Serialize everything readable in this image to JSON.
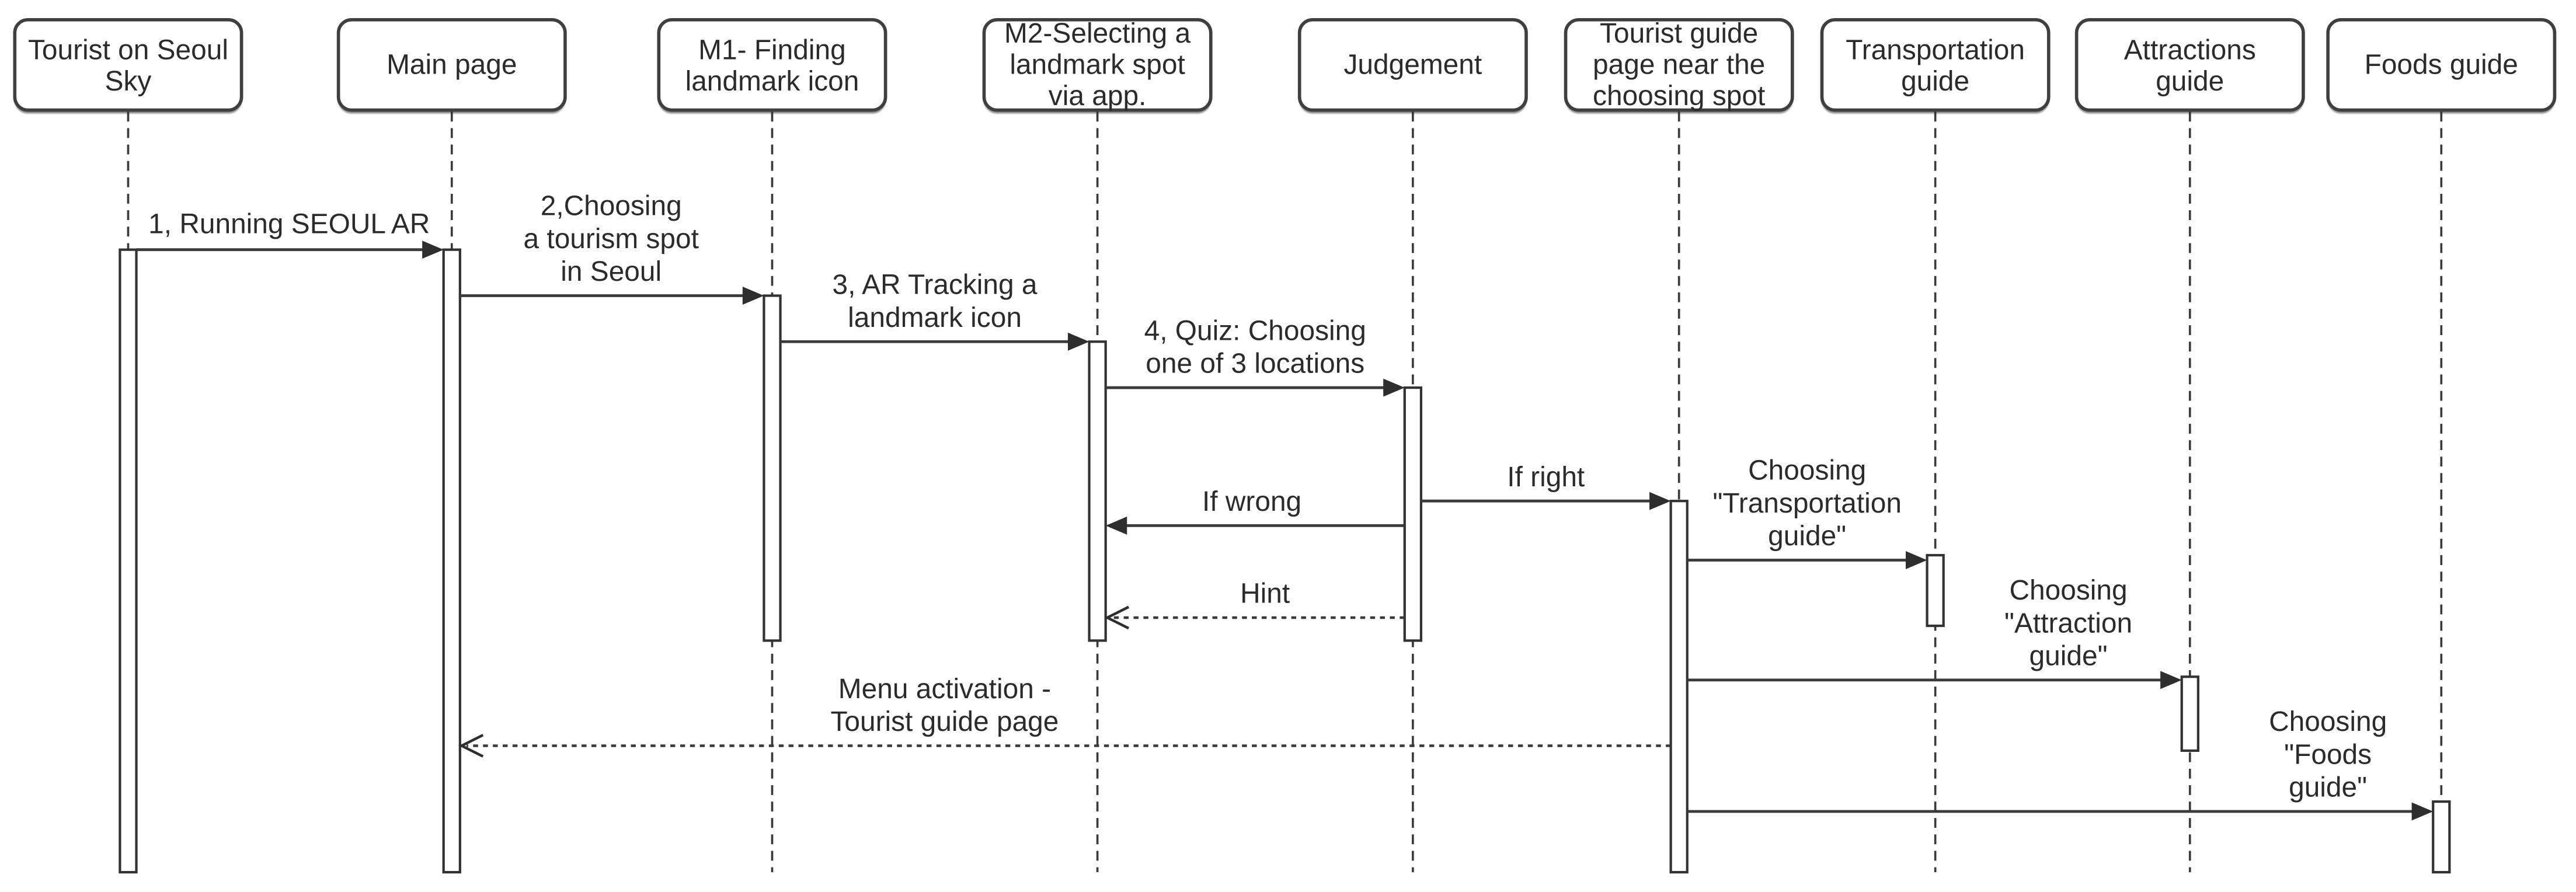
{
  "diagram": {
    "type": "uml-sequence-diagram",
    "background": "#ffffff",
    "line_color": "#3a3a3a",
    "text_color": "#2b2b2b"
  },
  "participants": [
    {
      "id": "tourist",
      "label": "Tourist on Seoul\nSky"
    },
    {
      "id": "main-page",
      "label": "Main page"
    },
    {
      "id": "m1",
      "label": "M1- Finding\nlandmark icon"
    },
    {
      "id": "m2",
      "label": "M2-Selecting a\nlandmark spot\nvia app."
    },
    {
      "id": "judgement",
      "label": "Judgement"
    },
    {
      "id": "tourist-guide",
      "label": "Tourist guide\npage near the\nchoosing spot"
    },
    {
      "id": "transportation-guide",
      "label": "Transportation\nguide"
    },
    {
      "id": "attractions-guide",
      "label": "Attractions\nguide"
    },
    {
      "id": "foods-guide",
      "label": "Foods guide"
    }
  ],
  "messages": [
    {
      "label": "1, Running SEOUL AR",
      "from": "tourist",
      "to": "main-page",
      "style": "solid"
    },
    {
      "label": "2,Choosing\na tourism spot\nin Seoul",
      "from": "main-page",
      "to": "m1",
      "style": "solid"
    },
    {
      "label": "3, AR Tracking a\nlandmark icon",
      "from": "m1",
      "to": "m2",
      "style": "solid"
    },
    {
      "label": "4, Quiz: Choosing\none of 3 locations",
      "from": "m2",
      "to": "judgement",
      "style": "solid"
    },
    {
      "label": "If right",
      "from": "judgement",
      "to": "tourist-guide",
      "style": "solid"
    },
    {
      "label": "If wrong",
      "from": "judgement",
      "to": "m2",
      "style": "solid"
    },
    {
      "label": "Choosing\n\"Transportation\nguide\"",
      "from": "tourist-guide",
      "to": "transportation-guide",
      "style": "solid"
    },
    {
      "label": "Hint",
      "from": "judgement",
      "to": "m2",
      "style": "dashed"
    },
    {
      "label": "Choosing\n\"Attraction\nguide\"",
      "from": "tourist-guide",
      "to": "attractions-guide",
      "style": "solid"
    },
    {
      "label": "Menu activation -\nTourist guide page",
      "from": "tourist-guide",
      "to": "main-page",
      "style": "dashed"
    },
    {
      "label": "Choosing\n\"Foods\nguide\"",
      "from": "tourist-guide",
      "to": "foods-guide",
      "style": "solid"
    }
  ]
}
